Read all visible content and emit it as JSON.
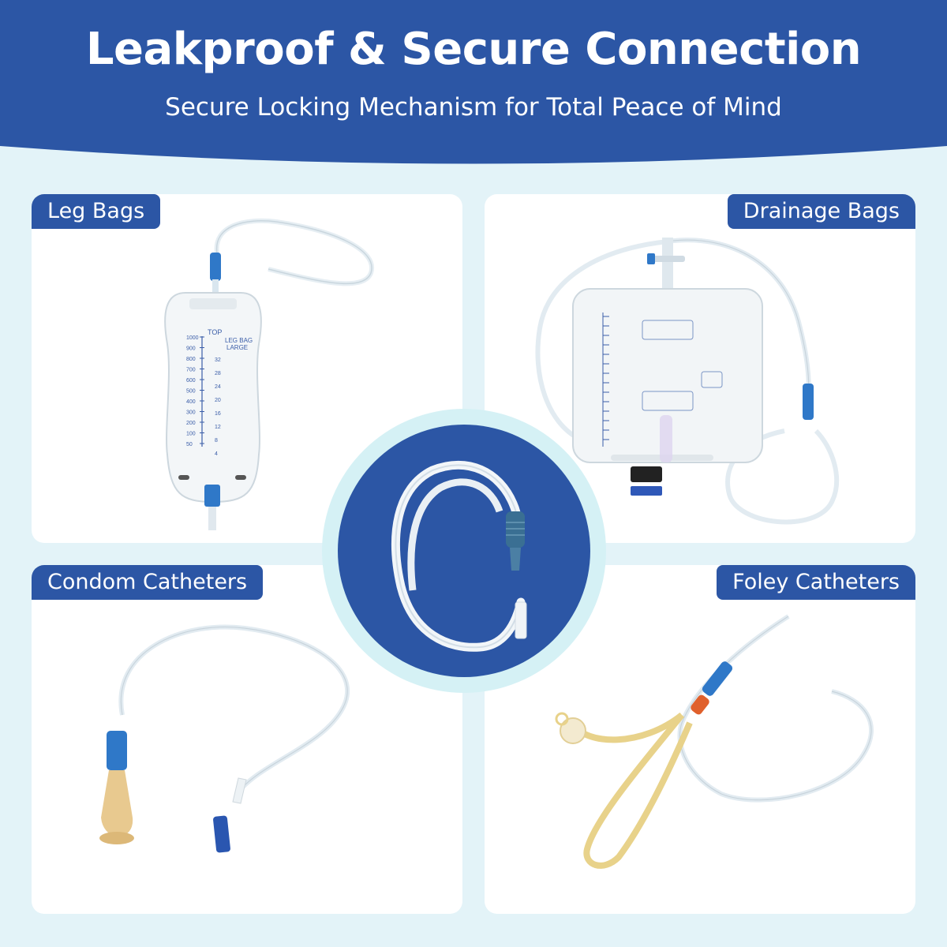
{
  "header": {
    "title": "Leakproof & Secure Connection",
    "subtitle": "Secure Locking Mechanism for Total Peace of Mind"
  },
  "products": [
    {
      "label": "Leg Bags"
    },
    {
      "label": "Drainage Bags"
    },
    {
      "label": "Condom Catheters"
    },
    {
      "label": "Foley Catheters"
    }
  ],
  "leg_bag": {
    "top_label": "TOP",
    "title_line1": "LEG BAG",
    "title_line2": "LARGE",
    "ml_scale": [
      "1000",
      "900",
      "800",
      "700",
      "600",
      "500",
      "400",
      "300",
      "200",
      "100",
      "50"
    ],
    "oz_scale": [
      "32",
      "28",
      "24",
      "20",
      "16",
      "12",
      "8",
      "4"
    ]
  },
  "colors": {
    "header": "#2c56a5",
    "background": "#e3f3f8",
    "tag": "#2c56a5",
    "connector_blue": "#2f78c8",
    "latex": "#e8d28a"
  },
  "icons": {
    "center": "catheter-extension-tube-icon"
  }
}
